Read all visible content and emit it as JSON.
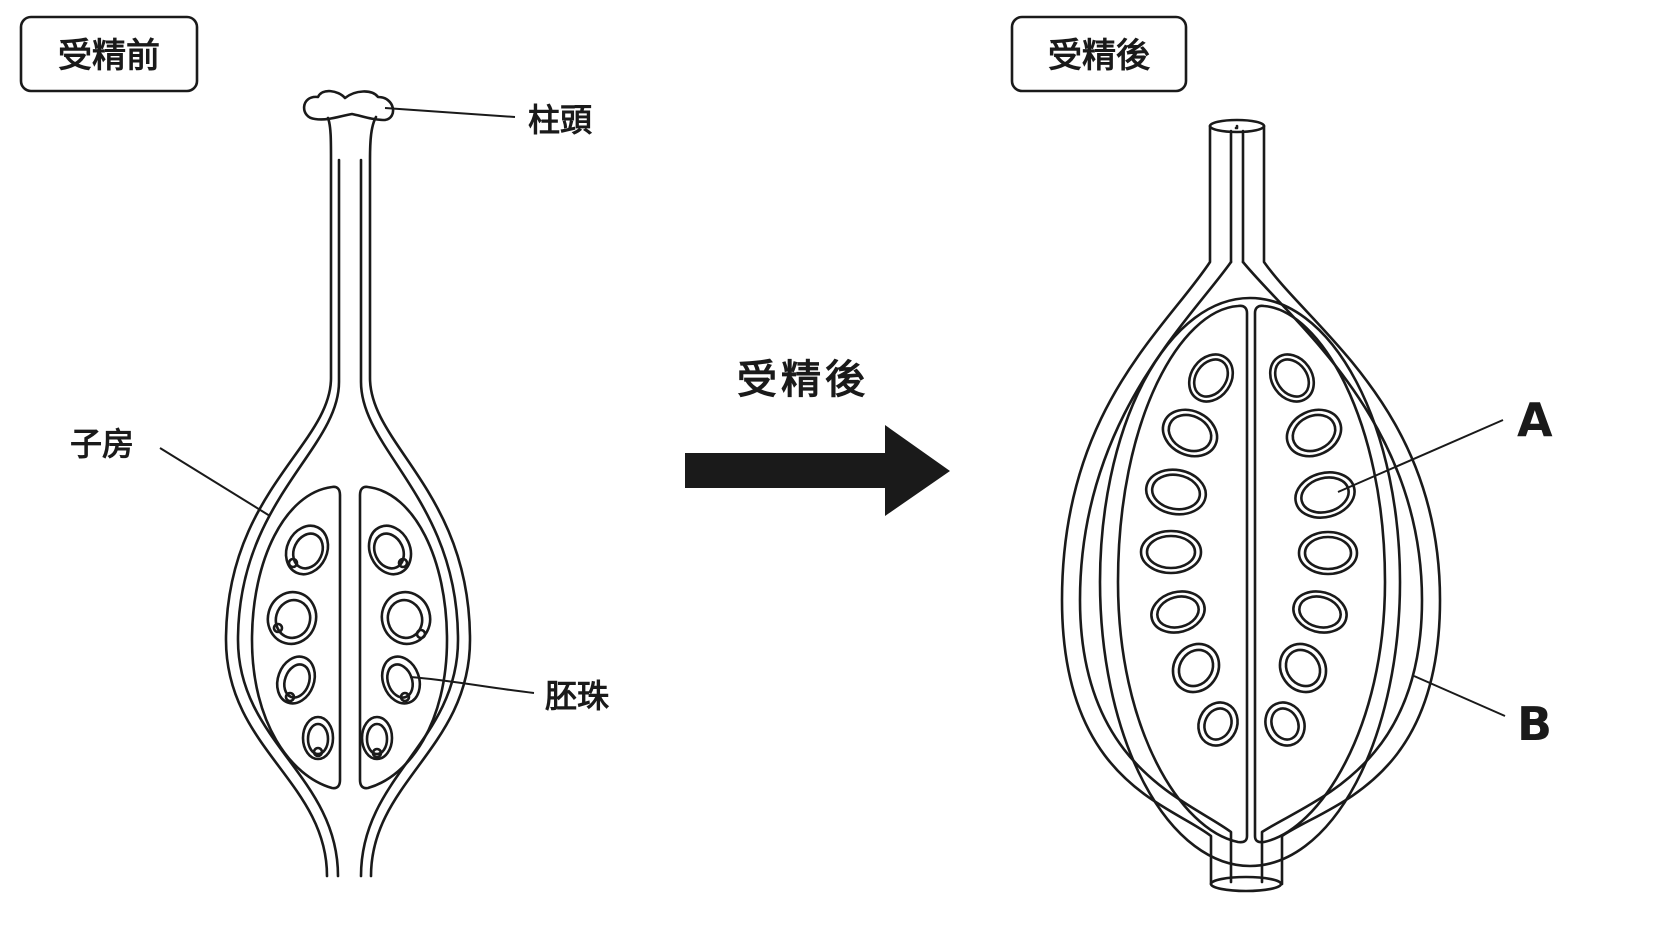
{
  "badges": {
    "before": "受精前",
    "after": "受精後"
  },
  "labels": {
    "stigma": "柱頭",
    "ovary": "子房",
    "ovule": "胚珠",
    "a": "A",
    "b": "B"
  },
  "arrow": {
    "text": "受精後"
  },
  "colors": {
    "ink": "#1a1a1a",
    "background": "#ffffff"
  }
}
